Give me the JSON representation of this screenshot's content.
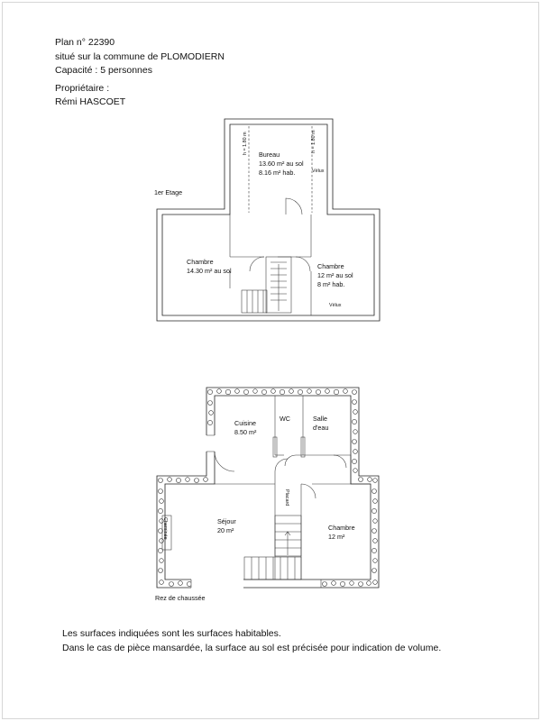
{
  "header": {
    "plan": "Plan n° 22390",
    "location": "situé sur la commune de PLOMODIERN",
    "capacity": "Capacité : 5 personnes",
    "owner_label": "Propriétaire :",
    "owner_name": "Rémi HASCOET"
  },
  "upper_floor": {
    "level_label": "1er Etage",
    "bureau": {
      "name": "Bureau",
      "floor_area": "13.60 m² au sol",
      "hab_area": "8.16 m² hab."
    },
    "chambre_left": {
      "name": "Chambre",
      "floor_area": "14.30 m² au sol"
    },
    "chambre_right": {
      "name": "Chambre",
      "floor_area": "12 m² au sol",
      "hab_area": "8 m² hab."
    },
    "height_mark": "h = 1.80 m",
    "velux": "Vélux"
  },
  "ground_floor": {
    "level_label": "Rez de chaussée",
    "cuisine": {
      "name": "Cuisine",
      "area": "8.50 m²"
    },
    "wc": "WC",
    "salle_line1": "Salle",
    "salle_line2": "d'eau",
    "placard": "Placard",
    "sejour": {
      "name": "Séjour",
      "area": "20 m²"
    },
    "chambre": {
      "name": "Chambre",
      "area": "12 m²"
    },
    "cheminee": "Cheminée"
  },
  "footer": {
    "line1": "Les surfaces indiquées sont les surfaces habitables.",
    "line2": "Dans le cas de pièce mansardée, la surface au sol est précisée pour indication de volume."
  }
}
